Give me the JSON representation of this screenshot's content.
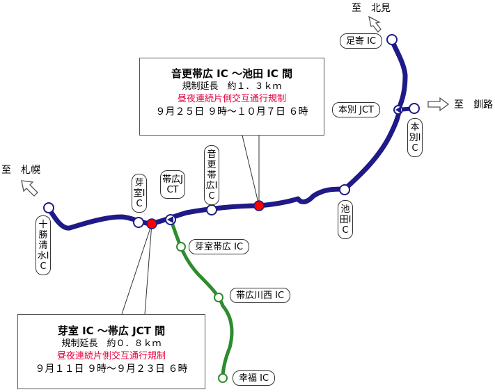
{
  "colors": {
    "main_line": "#1f1a87",
    "branch_line": "#2e8b2e",
    "closure_point": "#ff0000",
    "regulation_text": "#e6003c"
  },
  "destinations": {
    "kitami": "至　北見",
    "kushiro": "至　釧路",
    "sapporo": "至　札幌"
  },
  "interchanges": {
    "ashoro": "足寄 IC",
    "honbetsu_jct": "本別 JCT",
    "honbetsu_ic": "本別IC",
    "ikeda": "池田IC",
    "otofuke_obihiro": "音更帯広IC",
    "obihiro_jct": "帯広JCT",
    "memuro": "芽室IC",
    "tokachi_shimizu": "十勝清水IC",
    "memuro_obihiro": "芽室帯広 IC",
    "obihiro_kawanishi": "帯広川西 IC",
    "kofuku": "幸福 IC"
  },
  "closures": [
    {
      "section": "音更帯広 IC ～池田 IC 間",
      "length": "規制延長　約１．３ｋｍ",
      "regulation": "昼夜連続片側交互通行規制",
      "period": "９月２５日 ９時～１０月７日 ６時"
    },
    {
      "section": "芽室 IC ～帯広 JCT 間",
      "length": "規制延長　約０．８ｋｍ",
      "regulation": "昼夜連続片側交互通行規制",
      "period": "９月１１日 ９時～９月２３日 ６時"
    }
  ]
}
